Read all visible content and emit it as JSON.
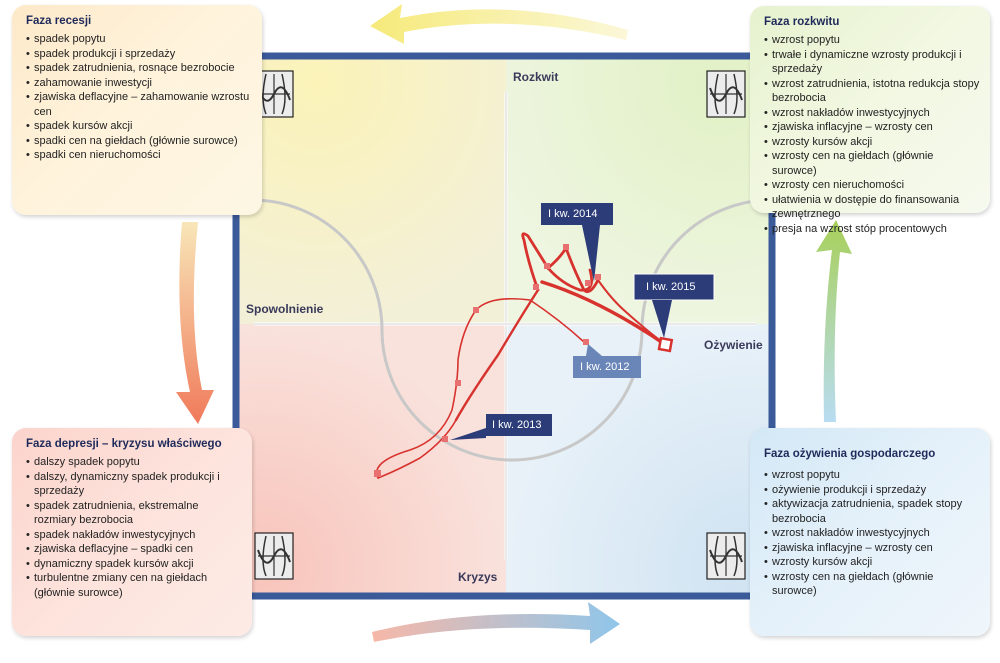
{
  "quadrants": {
    "top": "Rozkwit",
    "left": "Spowolnienie",
    "right": "Ożywienie",
    "bottom": "Kryzys"
  },
  "phases": {
    "recesji": {
      "title": "Faza recesji",
      "items": [
        "spadek popytu",
        "spadek produkcji i sprzedaży",
        "spadek zatrudnienia, rosnące bezrobocie",
        "zahamowanie inwestycji",
        "zjawiska deflacyjne – zahamowanie wzrostu cen",
        "spadek kursów akcji",
        "spadki cen na giełdach (głównie surowce)",
        "spadki cen nieruchomości"
      ]
    },
    "rozkwitu": {
      "title": "Faza rozkwitu",
      "items": [
        "wzrost popytu",
        "trwałe i dynamiczne wzrosty produkcji i sprzedaży",
        "wzrost zatrudnienia, istotna redukcja stopy bezrobocia",
        "wzrost nakładów inwestycyjnych",
        "zjawiska inflacyjne – wzrosty cen",
        "wzrosty kursów akcji",
        "wzrosty cen na giełdach (głównie surowce)",
        "wzrosty cen nieruchomości",
        "ułatwienia w dostępie do finansowania zewnętrznego",
        "presja na wzrost stóp procentowych"
      ]
    },
    "depresji": {
      "title": "Faza depresji – kryzysu właściwego",
      "items": [
        "dalszy spadek popytu",
        "dalszy, dynamiczny spadek produkcji i sprzedaży",
        "spadek zatrudnienia, ekstremalne rozmiary bezrobocia",
        "spadek nakładów inwestycyjnych",
        "zjawiska deflacyjne – spadki cen",
        "dynamiczny spadek kursów akcji",
        "turbulentne zmiany cen na giełdach (głównie surowce)"
      ]
    },
    "ozywienia": {
      "title": "Faza ożywienia gospodarczego",
      "items": [
        "wzrost popytu",
        "ożywienie produkcji i sprzedaży",
        "aktywizacja zatrudnienia, spadek stopy bezrobocia",
        "wzrost nakładów inwestycyjnych",
        "zjawiska inflacyjne – wzrosty cen",
        "wzrosty kursów akcji",
        "wzrosty cen na giełdach (głównie surowce)"
      ]
    }
  },
  "callouts": {
    "q2014": "I kw. 2014",
    "q2015": "I kw. 2015",
    "q2012": "I kw. 2012",
    "q2013": "I kw. 2013"
  },
  "colors": {
    "frame": "#3a5a9a",
    "trajectory": "#d8322e",
    "callout_dark": "#2c3c78",
    "callout_light": "#6a86b8"
  }
}
